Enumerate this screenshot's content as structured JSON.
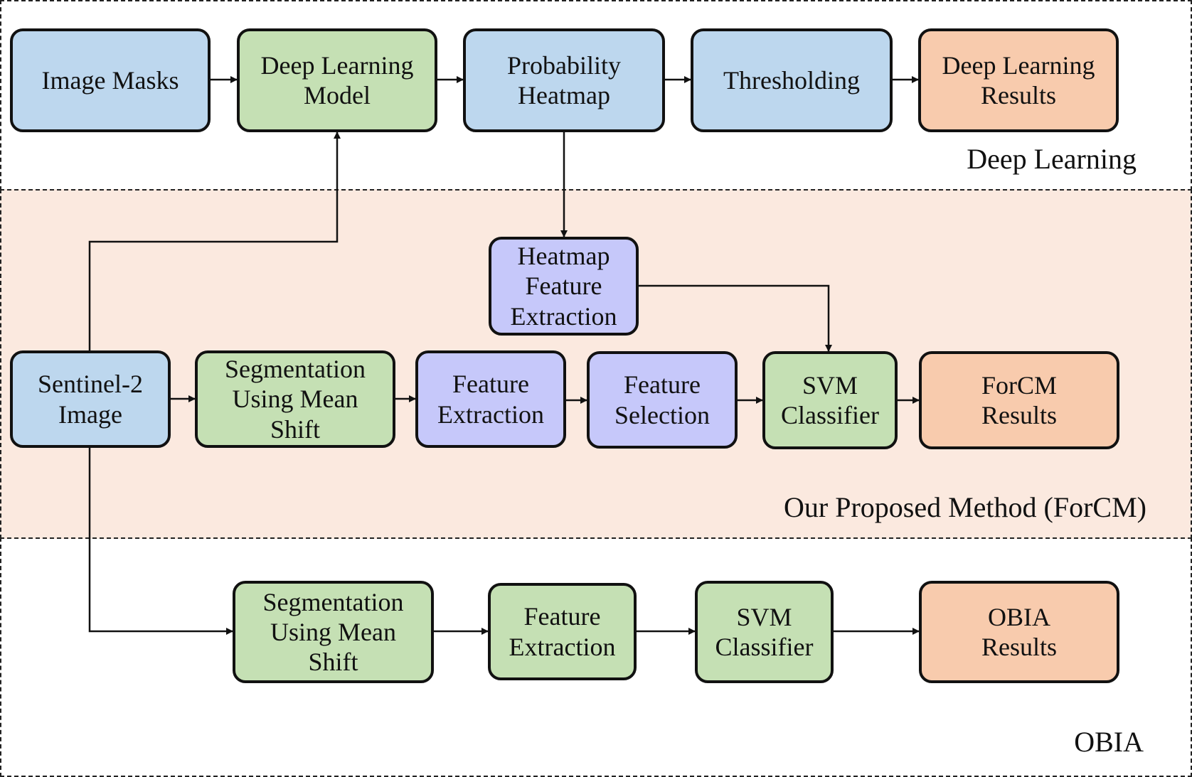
{
  "colors": {
    "blue": "#bdd7ee",
    "green": "#c5e0b4",
    "purple": "#c6c8fa",
    "orange": "#f8cbad",
    "forcm_band": "#fbe9df"
  },
  "regions": {
    "deep_learning": "Deep Learning",
    "forcm": "Our Proposed Method (ForCM)",
    "obia": "OBIA"
  },
  "boxes": {
    "image_masks": "Image Masks",
    "deep_learning_model": "Deep Learning\nModel",
    "probability_heatmap": "Probability\nHeatmap",
    "thresholding": "Thresholding",
    "deep_learning_results": "Deep Learning\nResults",
    "heatmap_feature_extraction": "Heatmap\nFeature\nExtraction",
    "sentinel_image": "Sentinel-2\nImage",
    "forcm_segmentation": "Segmentation\nUsing Mean\nShift",
    "forcm_feature_extraction": "Feature\nExtraction",
    "forcm_feature_selection": "Feature\nSelection",
    "forcm_svm": "SVM\nClassifier",
    "forcm_results": "ForCM\nResults",
    "obia_segmentation": "Segmentation\nUsing Mean\nShift",
    "obia_feature_extraction": "Feature\nExtraction",
    "obia_svm": "SVM\nClassifier",
    "obia_results": "OBIA\nResults"
  }
}
